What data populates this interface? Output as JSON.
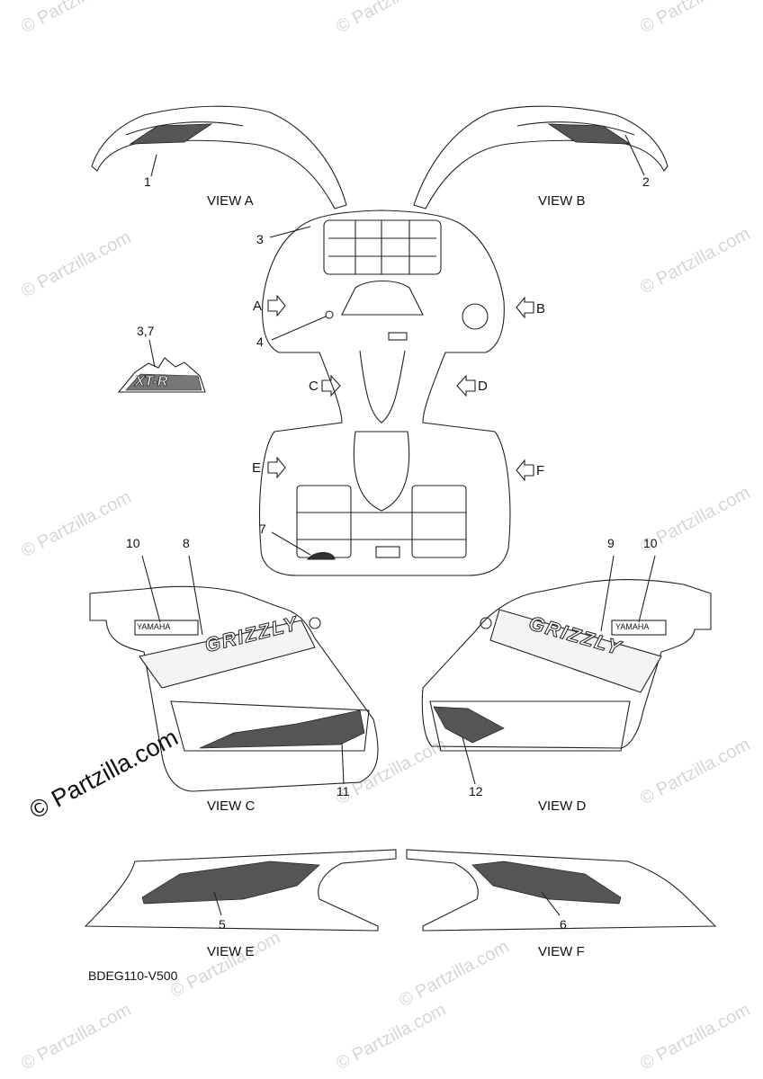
{
  "watermark": "© Partzilla.com",
  "views": [
    "VIEW A",
    "VIEW B",
    "VIEW C",
    "VIEW D",
    "VIEW E",
    "VIEW F"
  ],
  "arrows": [
    "A",
    "B",
    "C",
    "D",
    "E",
    "F"
  ],
  "callouts": [
    "1",
    "2",
    "3",
    "4",
    "3,7",
    "7",
    "10",
    "8",
    "9",
    "10",
    "11",
    "12",
    "5",
    "6"
  ],
  "diagram_code": "BDEG110-V500",
  "decal_text": {
    "brand": "YAMAHA",
    "model": "GRIZZLY",
    "badge": "XT-R"
  }
}
